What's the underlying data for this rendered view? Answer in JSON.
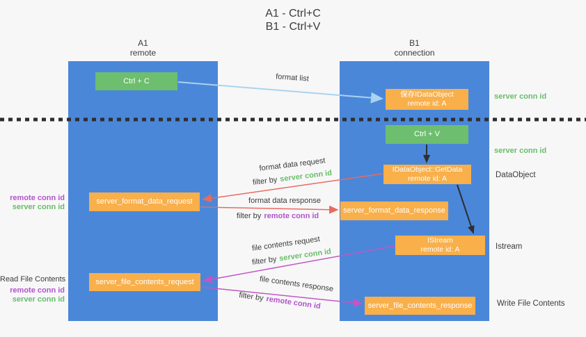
{
  "title": {
    "line1": "A1 - Ctrl+C",
    "line2": "B1 - Ctrl+V"
  },
  "lifelines": {
    "left": {
      "id": "A1",
      "label": "remote"
    },
    "right": {
      "id": "B1",
      "label": "connection"
    }
  },
  "boxes": {
    "ctrl_c": {
      "label": "Ctrl + C"
    },
    "save_idataobject": {
      "line1": "保存IDataObject",
      "line2": "remote id: A"
    },
    "ctrl_v": {
      "label": "Ctrl + V"
    },
    "idataobject_getdata": {
      "line1": "IDataObject::GetData",
      "line2": "remote id: A"
    },
    "server_format_data_request": {
      "label": "server_format_data_request"
    },
    "server_format_data_response": {
      "label": "server_format_data_response"
    },
    "istream": {
      "line1": "IStream",
      "line2": "remote id: A"
    },
    "server_file_contents_request": {
      "label": "server_file_contents_request"
    },
    "server_file_contents_response": {
      "label": "server_file_contents_response"
    }
  },
  "flow_labels": {
    "format_list": "format list",
    "format_data_request": "format data request",
    "format_data_response": "format data response",
    "file_contents_request": "file contents request",
    "file_contents_response": "file contents response",
    "filter_by": "filter by",
    "server_conn_id": "server conn id",
    "remote_conn_id": "remote conn id"
  },
  "annotations": {
    "right": {
      "server_conn_id_top": "server conn id",
      "server_conn_id_mid": "server conn id",
      "dataobject": "DataObject",
      "istream": "Istream",
      "write_file_contents": "Write File Contents"
    },
    "left": {
      "remote_conn_id_mid": "remote conn id",
      "server_conn_id_mid": "server conn id",
      "read_file_contents": "Read File Contents",
      "remote_conn_id_bottom": "remote conn id",
      "server_conn_id_bottom": "server conn id"
    }
  },
  "colors": {
    "lifeline_blue": "#4b87d9",
    "box_green": "#6dbe6e",
    "box_orange": "#f9af4a",
    "arrow_light_blue": "#a9d3ef",
    "arrow_red": "#ea6a5e",
    "arrow_magenta": "#c256c4",
    "arrow_black": "#2e2e2e",
    "text_green": "#68bd68",
    "text_purple": "#b254ca",
    "text_dark": "#3b3b3b",
    "background": "#f7f7f8"
  }
}
